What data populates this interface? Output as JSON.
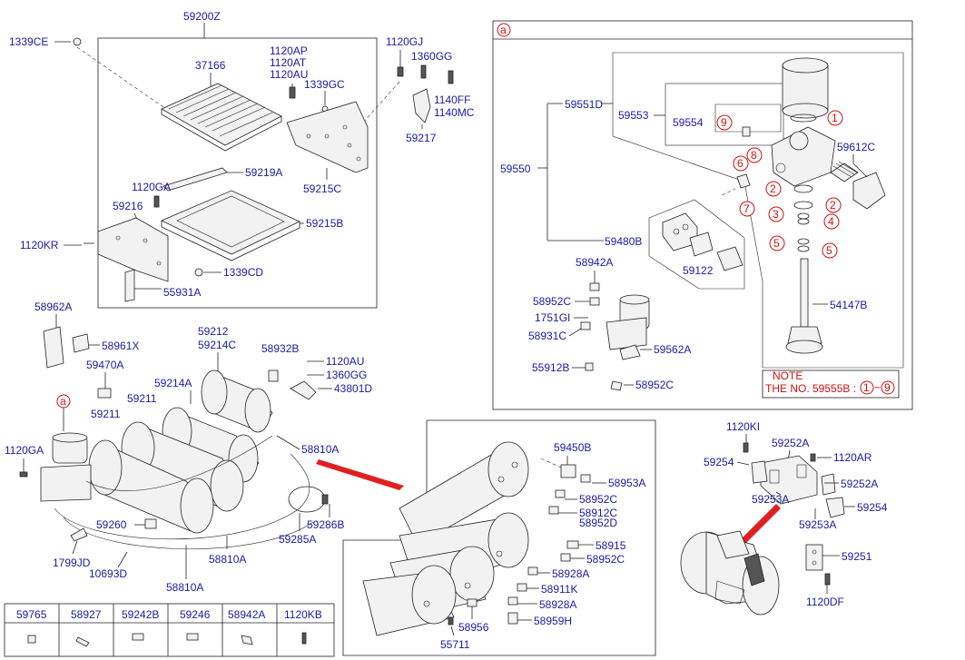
{
  "main": {
    "labels": {
      "l59200Z": "59200Z",
      "l1339CE": "1339CE",
      "l37166": "37166",
      "l1120AP": "1120AP",
      "l1120AT": "1120AT",
      "l1120AU_a": "1120AU",
      "l1339GC": "1339GC",
      "l1120GJ": "1120GJ",
      "l1360GG_a": "1360GG",
      "l1140FF": "1140FF",
      "l1140MC": "1140MC",
      "l59217": "59217",
      "l59215C": "59215C",
      "l59219A": "59219A",
      "l1120GA_a": "1120GA",
      "l59216": "59216",
      "l59215B": "59215B",
      "l1120KR": "1120KR",
      "l1339CD": "1339CD",
      "l55931A": "55931A",
      "l58962A": "58962A",
      "l58961X": "58961X",
      "l59470A": "59470A",
      "l59212": "59212",
      "l59214C": "59214C",
      "l58932B": "58932B",
      "l1120AU_b": "1120AU",
      "l1360GG_b": "1360GG",
      "l43801D": "43801D",
      "l59214A": "59214A",
      "l59211_a": "59211",
      "l59211_b": "59211",
      "l1120GA_b": "1120GA",
      "l58810A_a": "58810A",
      "l59260": "59260",
      "l59286B": "59286B",
      "l59285A": "59285A",
      "l58810A_b": "58810A",
      "l1799JD": "1799JD",
      "l10693D": "10693D",
      "l58810A_c": "58810A"
    },
    "callout_a": "a"
  },
  "detail_a": {
    "tag": "a",
    "labels": {
      "l59551D": "59551D",
      "l59553": "59553",
      "l59554": "59554",
      "l59550": "59550",
      "l59612C": "59612C",
      "l59480B": "59480B",
      "l59122": "59122",
      "l58942A": "58942A",
      "l58952C_a": "58952C",
      "l1751GI": "1751GI",
      "l58931C": "58931C",
      "l59562A": "59562A",
      "l55912B": "55912B",
      "l58952C_b": "58952C",
      "l54147B": "54147B"
    },
    "red_numbers": [
      "1",
      "2",
      "2",
      "3",
      "4",
      "5",
      "5",
      "6",
      "7",
      "8",
      "9"
    ],
    "note_title": "NOTE",
    "note_text": "THE NO. 59555B :",
    "note_range": "~"
  },
  "detail_tanks": {
    "labels": {
      "l59450B": "59450B",
      "l58953A": "58953A",
      "l58952C_a": "58952C",
      "l58912C": "58912C",
      "l58952D": "58952D",
      "l58915": "58915",
      "l58952C_b": "58952C",
      "l58928A_a": "58928A",
      "l58911K": "58911K",
      "l58928A_b": "58928A",
      "l58959H": "58959H",
      "l58956": "58956",
      "l55711": "55711"
    }
  },
  "detail_bracket": {
    "labels": {
      "l1120KI": "1120KI",
      "l59252A_a": "59252A",
      "l1120AR": "1120AR",
      "l59254_a": "59254",
      "l59252A_b": "59252A",
      "l59253A_a": "59253A",
      "l59254_b": "59254",
      "l59253A_b": "59253A",
      "l59251": "59251",
      "l1120DF": "1120DF"
    }
  },
  "parts_table": {
    "headers": [
      "59765",
      "58927",
      "59242B",
      "59246",
      "58942A",
      "1120KB"
    ]
  }
}
